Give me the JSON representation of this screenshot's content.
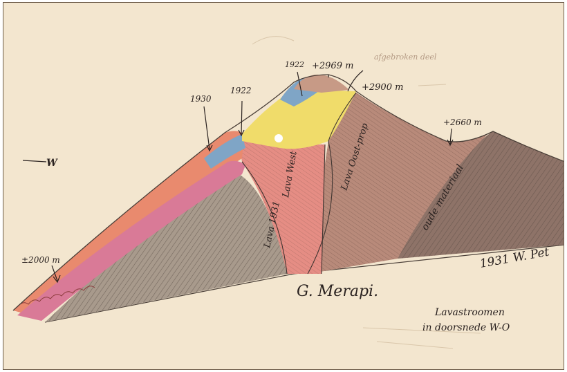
{
  "labels": {
    "west": "W",
    "year_1930": "1930",
    "year_1922_left": "1922",
    "year_1922_top": "1922",
    "height_summit": "+2969 m",
    "height_rim": "+2900 m",
    "height_east": "+2660 m",
    "height_base": "±2000 m",
    "note_faint": "afgebroken deel",
    "lava_1931": "Lava 1931",
    "lava_west": "Lava West",
    "lava_oost": "Lava Oost-prop",
    "oude_materiaal": "oude materiaal",
    "title": "G. Merapi.",
    "subtitle_line1": "Lavastroomen",
    "subtitle_line2": "in doorsnede W-O",
    "signature": "1931 W. Pet"
  },
  "colors": {
    "paper": "#f3e6cf",
    "lava_red": "#e98a6e",
    "lava_pink": "#d97a97",
    "blue": "#7fa5c6",
    "yellow": "#f0dc6a",
    "brown": "#a5786a",
    "dark": "#5a4d45"
  }
}
